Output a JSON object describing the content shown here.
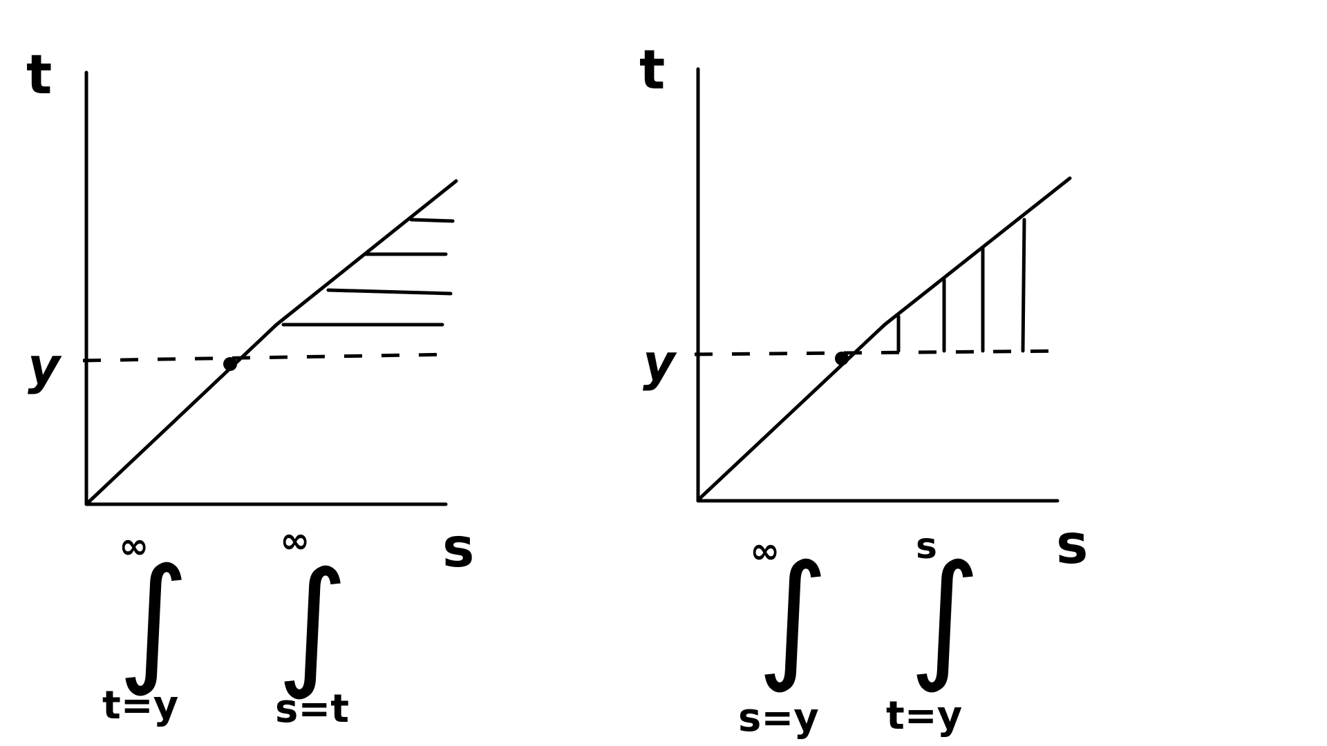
{
  "panels": [
    {
      "axis_vertical_label": "t",
      "axis_horizontal_label": "s",
      "level_label": "y",
      "hatching": "horizontal",
      "integrals": [
        {
          "upper": "∞",
          "symbol": "∫",
          "lower": "t=y"
        },
        {
          "upper": "∞",
          "symbol": "∫",
          "lower": "s=t"
        }
      ]
    },
    {
      "axis_vertical_label": "t",
      "axis_horizontal_label": "s",
      "level_label": "y",
      "hatching": "vertical",
      "integrals": [
        {
          "upper": "∞",
          "symbol": "∫",
          "lower": "s=y"
        },
        {
          "upper": "s",
          "symbol": "∫",
          "lower": "t=y"
        }
      ]
    }
  ]
}
